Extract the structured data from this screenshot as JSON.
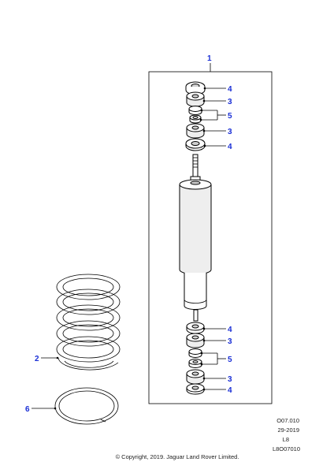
{
  "callouts": {
    "c1": "1",
    "c2": "2",
    "c6": "6",
    "upper": [
      "4",
      "3",
      "5",
      "3",
      "4"
    ],
    "lower": [
      "4",
      "3",
      "5",
      "3",
      "4"
    ]
  },
  "meta": {
    "code": "O07.010",
    "date": "29-2019",
    "l8": "L8",
    "ref": "L8O07010",
    "copyright": "© Copyright, 2019. Jaguar Land Rover Limited."
  },
  "colors": {
    "callout": "#1a2fd6",
    "line": "#000000"
  }
}
